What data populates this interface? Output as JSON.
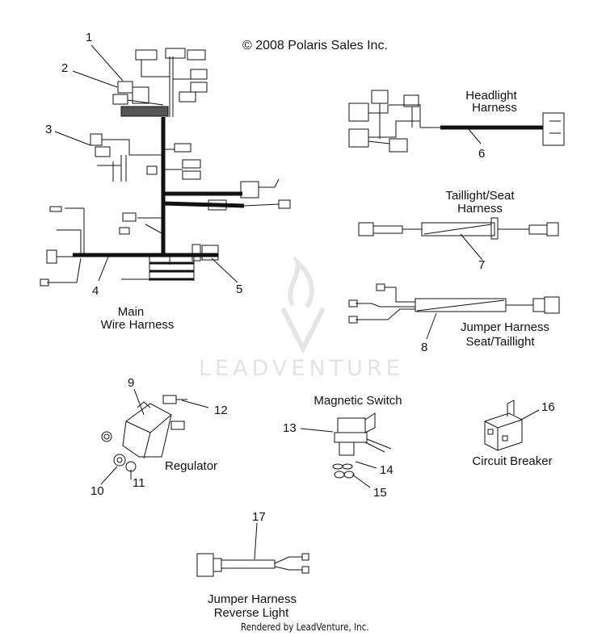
{
  "copyright": "© 2008 Polaris Sales Inc.",
  "rendered_by": "Rendered by LeadVenture, Inc.",
  "watermark": "LEADVENTURE",
  "callouts": [
    "1",
    "2",
    "3",
    "4",
    "5",
    "6",
    "7",
    "8",
    "9",
    "10",
    "11",
    "12",
    "13",
    "14",
    "15",
    "16",
    "17"
  ],
  "labels": {
    "main_line1": "Main",
    "main_line2": "Wire Harness",
    "headlight_line1": "Headlight",
    "headlight_line2": "Harness",
    "taillight_line1": "Taillight/Seat",
    "taillight_line2": "Harness",
    "jumper_seat_line1": "Jumper Harness",
    "jumper_seat_line2": "Seat/Taillight",
    "magnetic_switch": "Magnetic Switch",
    "regulator": "Regulator",
    "circuit_breaker": "Circuit Breaker",
    "jumper_reverse_line1": "Jumper Harness",
    "jumper_reverse_line2": "Reverse Light"
  }
}
